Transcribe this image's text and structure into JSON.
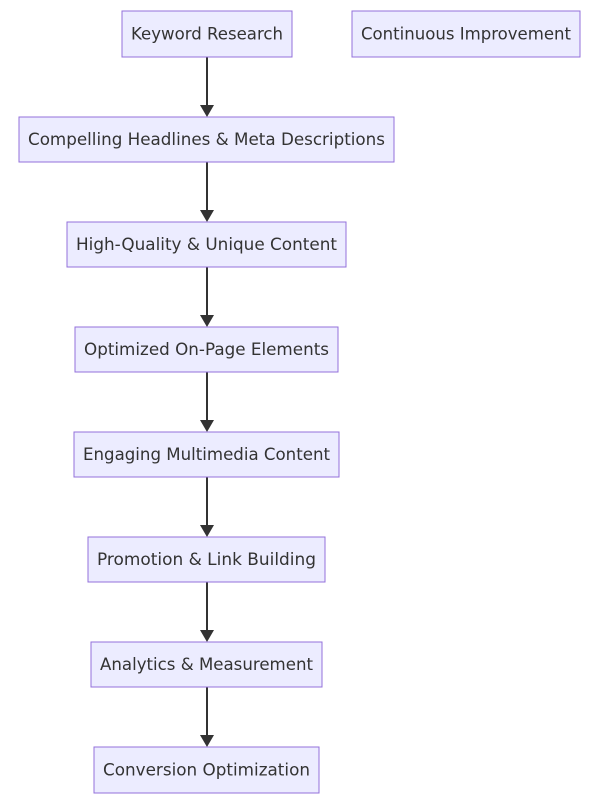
{
  "diagram": {
    "type": "flowchart",
    "nodes": [
      {
        "id": "keyword-research",
        "label": "Keyword Research"
      },
      {
        "id": "compelling-headlines",
        "label": "Compelling Headlines & Meta Descriptions"
      },
      {
        "id": "high-quality-content",
        "label": "High-Quality & Unique Content"
      },
      {
        "id": "optimized-on-page",
        "label": "Optimized On-Page Elements"
      },
      {
        "id": "engaging-multimedia",
        "label": "Engaging Multimedia Content"
      },
      {
        "id": "promotion-link-building",
        "label": "Promotion & Link Building"
      },
      {
        "id": "analytics-measurement",
        "label": "Analytics & Measurement"
      },
      {
        "id": "conversion-optimization",
        "label": "Conversion Optimization"
      },
      {
        "id": "continuous-improvement",
        "label": "Continuous Improvement"
      }
    ],
    "edges": [
      {
        "from": "keyword-research",
        "to": "compelling-headlines"
      },
      {
        "from": "compelling-headlines",
        "to": "high-quality-content"
      },
      {
        "from": "high-quality-content",
        "to": "optimized-on-page"
      },
      {
        "from": "optimized-on-page",
        "to": "engaging-multimedia"
      },
      {
        "from": "engaging-multimedia",
        "to": "promotion-link-building"
      },
      {
        "from": "promotion-link-building",
        "to": "analytics-measurement"
      },
      {
        "from": "analytics-measurement",
        "to": "conversion-optimization"
      }
    ],
    "colors": {
      "node_fill": "#ececff",
      "node_stroke": "#9370db",
      "text": "#333333",
      "edge": "#333333"
    }
  }
}
